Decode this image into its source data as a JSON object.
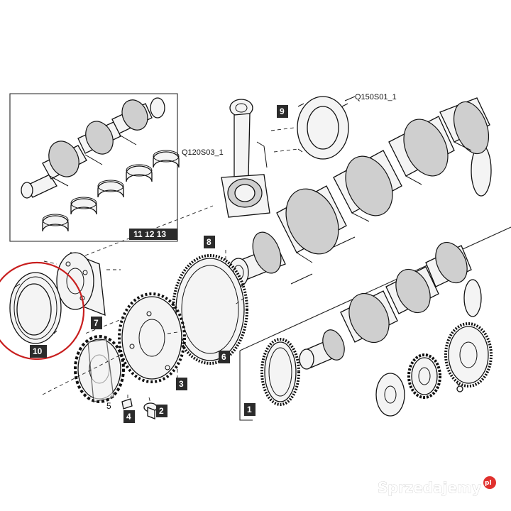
{
  "references": {
    "top": "Q150S01_1",
    "middle": "Q120S03_1"
  },
  "part_labels": {
    "p1": "1",
    "p2": "2",
    "p3": "3",
    "p4": "4",
    "p5": "5",
    "p6": "6",
    "p7": "7",
    "p8": "8",
    "p9": "9",
    "p10": "10",
    "p11_13": "11 12 13"
  },
  "watermark": {
    "text": "Sprzedajemy",
    "suffix": "pl"
  },
  "colors": {
    "highlight": "#c81e1e",
    "label_background": "#2b2b2b",
    "watermark_dot": "#e0312e"
  }
}
